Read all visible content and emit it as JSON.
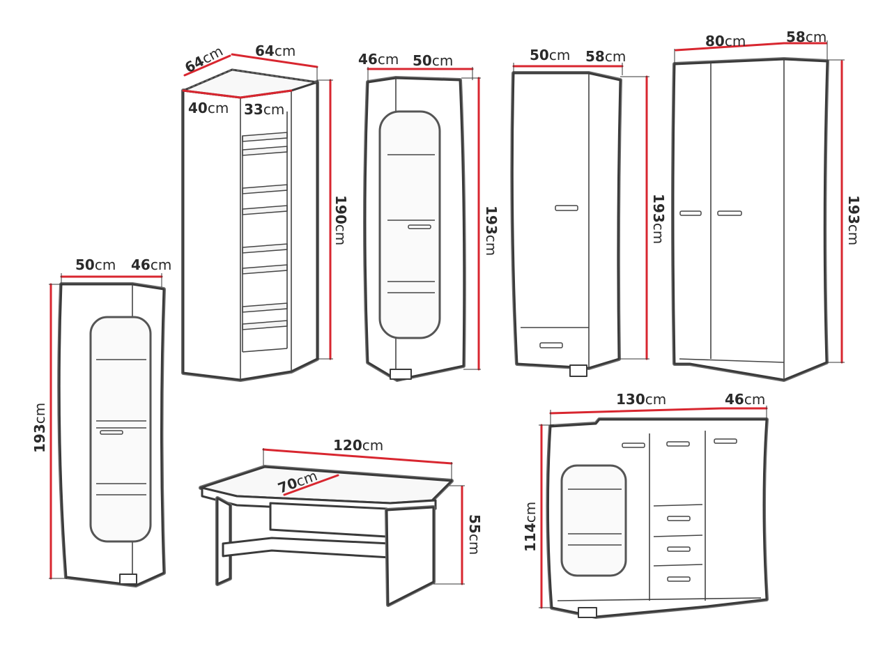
{
  "colors": {
    "dimension_line": "#d8262f",
    "outline": "#3a3a3a",
    "edge_shadow": "#6b6b6b",
    "background": "#ffffff"
  },
  "unit": "cm",
  "dimensions": {
    "corner_top_left": "64",
    "corner_top_right": "64",
    "corner_front_left": "40",
    "corner_front_right": "33",
    "corner_height": "190",
    "vitrine_depth": "46",
    "vitrine_width": "50",
    "vitrine_height": "193",
    "wardrobe1_width": "50",
    "wardrobe1_depth": "58",
    "wardrobe1_height": "193",
    "wardrobe2_width": "80",
    "wardrobe2_depth": "58",
    "wardrobe2_height": "193",
    "tall_vitrine_width": "50",
    "tall_vitrine_depth": "46",
    "tall_vitrine_height": "193",
    "table_length": "120",
    "table_width": "70",
    "table_height": "55",
    "sideboard_width": "130",
    "sideboard_depth": "46",
    "sideboard_height": "114"
  }
}
